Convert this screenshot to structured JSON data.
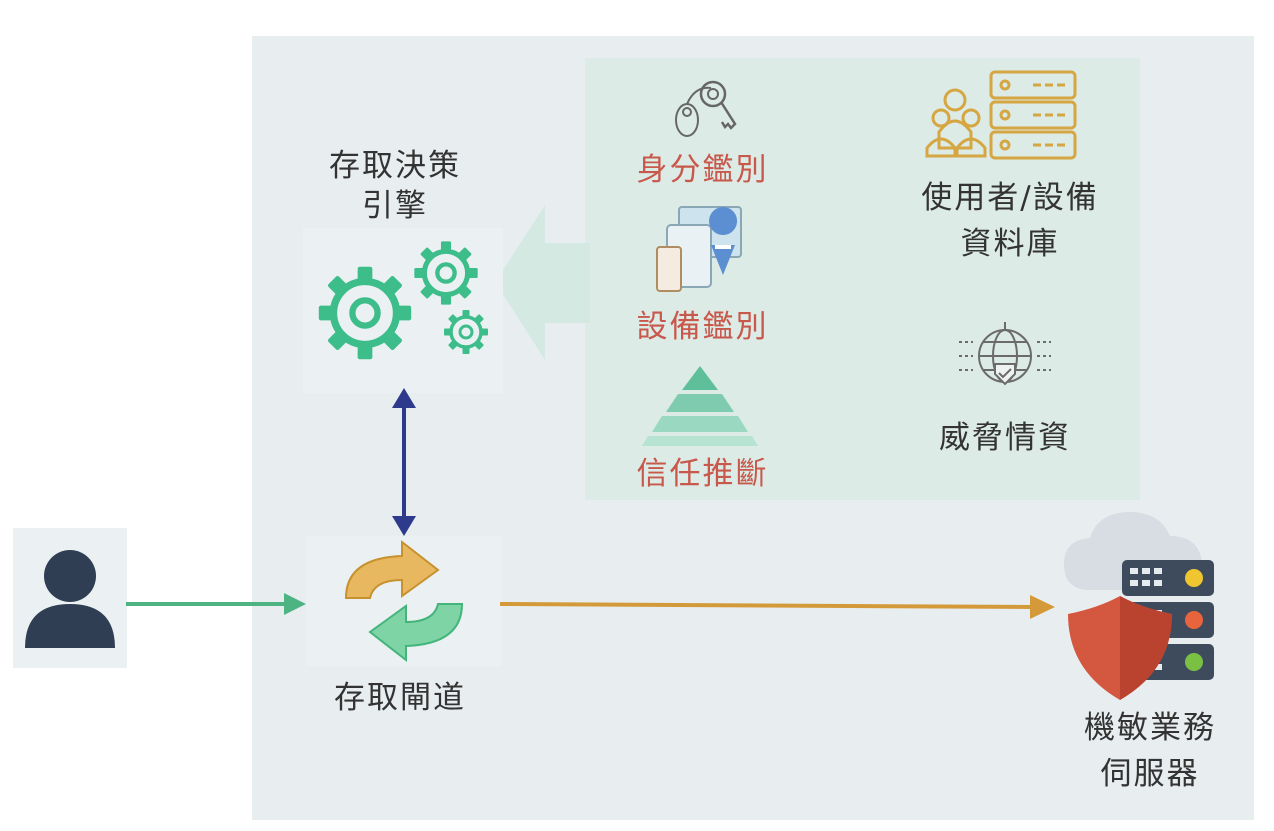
{
  "engine": {
    "line1": "存取決策",
    "line2": "引擎",
    "icon": "gears-icon"
  },
  "signals": {
    "identity_auth": {
      "label": "身分鑑別",
      "icon": "keys-icon"
    },
    "device_auth": {
      "label": "設備鑑別",
      "icon": "devices-icon"
    },
    "trust_inference": {
      "label": "信任推斷",
      "icon": "pyramid-icon"
    },
    "user_device_db": {
      "line1": "使用者/設備",
      "line2": "資料庫",
      "icon": "users-server-icon"
    },
    "threat_intel": {
      "label": "威脅情資",
      "icon": "globe-shield-icon"
    }
  },
  "gateway": {
    "label": "存取閘道",
    "icon": "sync-arrows-icon"
  },
  "server": {
    "line1": "機敏業務",
    "line2": "伺服器",
    "icon": "cloud-server-shield-icon"
  },
  "user": {
    "icon": "user-icon"
  },
  "colors": {
    "panel": "#e8eef0",
    "signals_panel": "#dcebe6",
    "gear_green": "#3dbd8a",
    "highlight_red": "#c9584c",
    "user_to_gateway_arrow": "#4db383",
    "gateway_to_server_arrow": "#d49a3a",
    "engine_gateway_arrow": "#2e3a8c",
    "user_icon": "#2f3e52"
  }
}
